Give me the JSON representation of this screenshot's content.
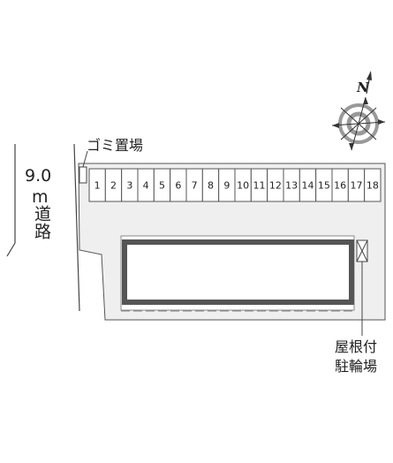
{
  "road": {
    "width_value": "9.0",
    "width_unit": "m",
    "name": "道路"
  },
  "garbage_area": {
    "label": "ゴミ置場"
  },
  "bicycle_parking": {
    "line1": "屋根付",
    "line2": "駐輪場"
  },
  "compass": {
    "label": "N",
    "icon": "compass-rose-icon"
  },
  "parking": {
    "spots": [
      "1",
      "2",
      "3",
      "4",
      "5",
      "6",
      "7",
      "8",
      "9",
      "10",
      "11",
      "12",
      "13",
      "14",
      "15",
      "16",
      "17",
      "18"
    ]
  },
  "colors": {
    "site_fill": "#efefef",
    "building_border": "#555555",
    "line": "#444444"
  }
}
